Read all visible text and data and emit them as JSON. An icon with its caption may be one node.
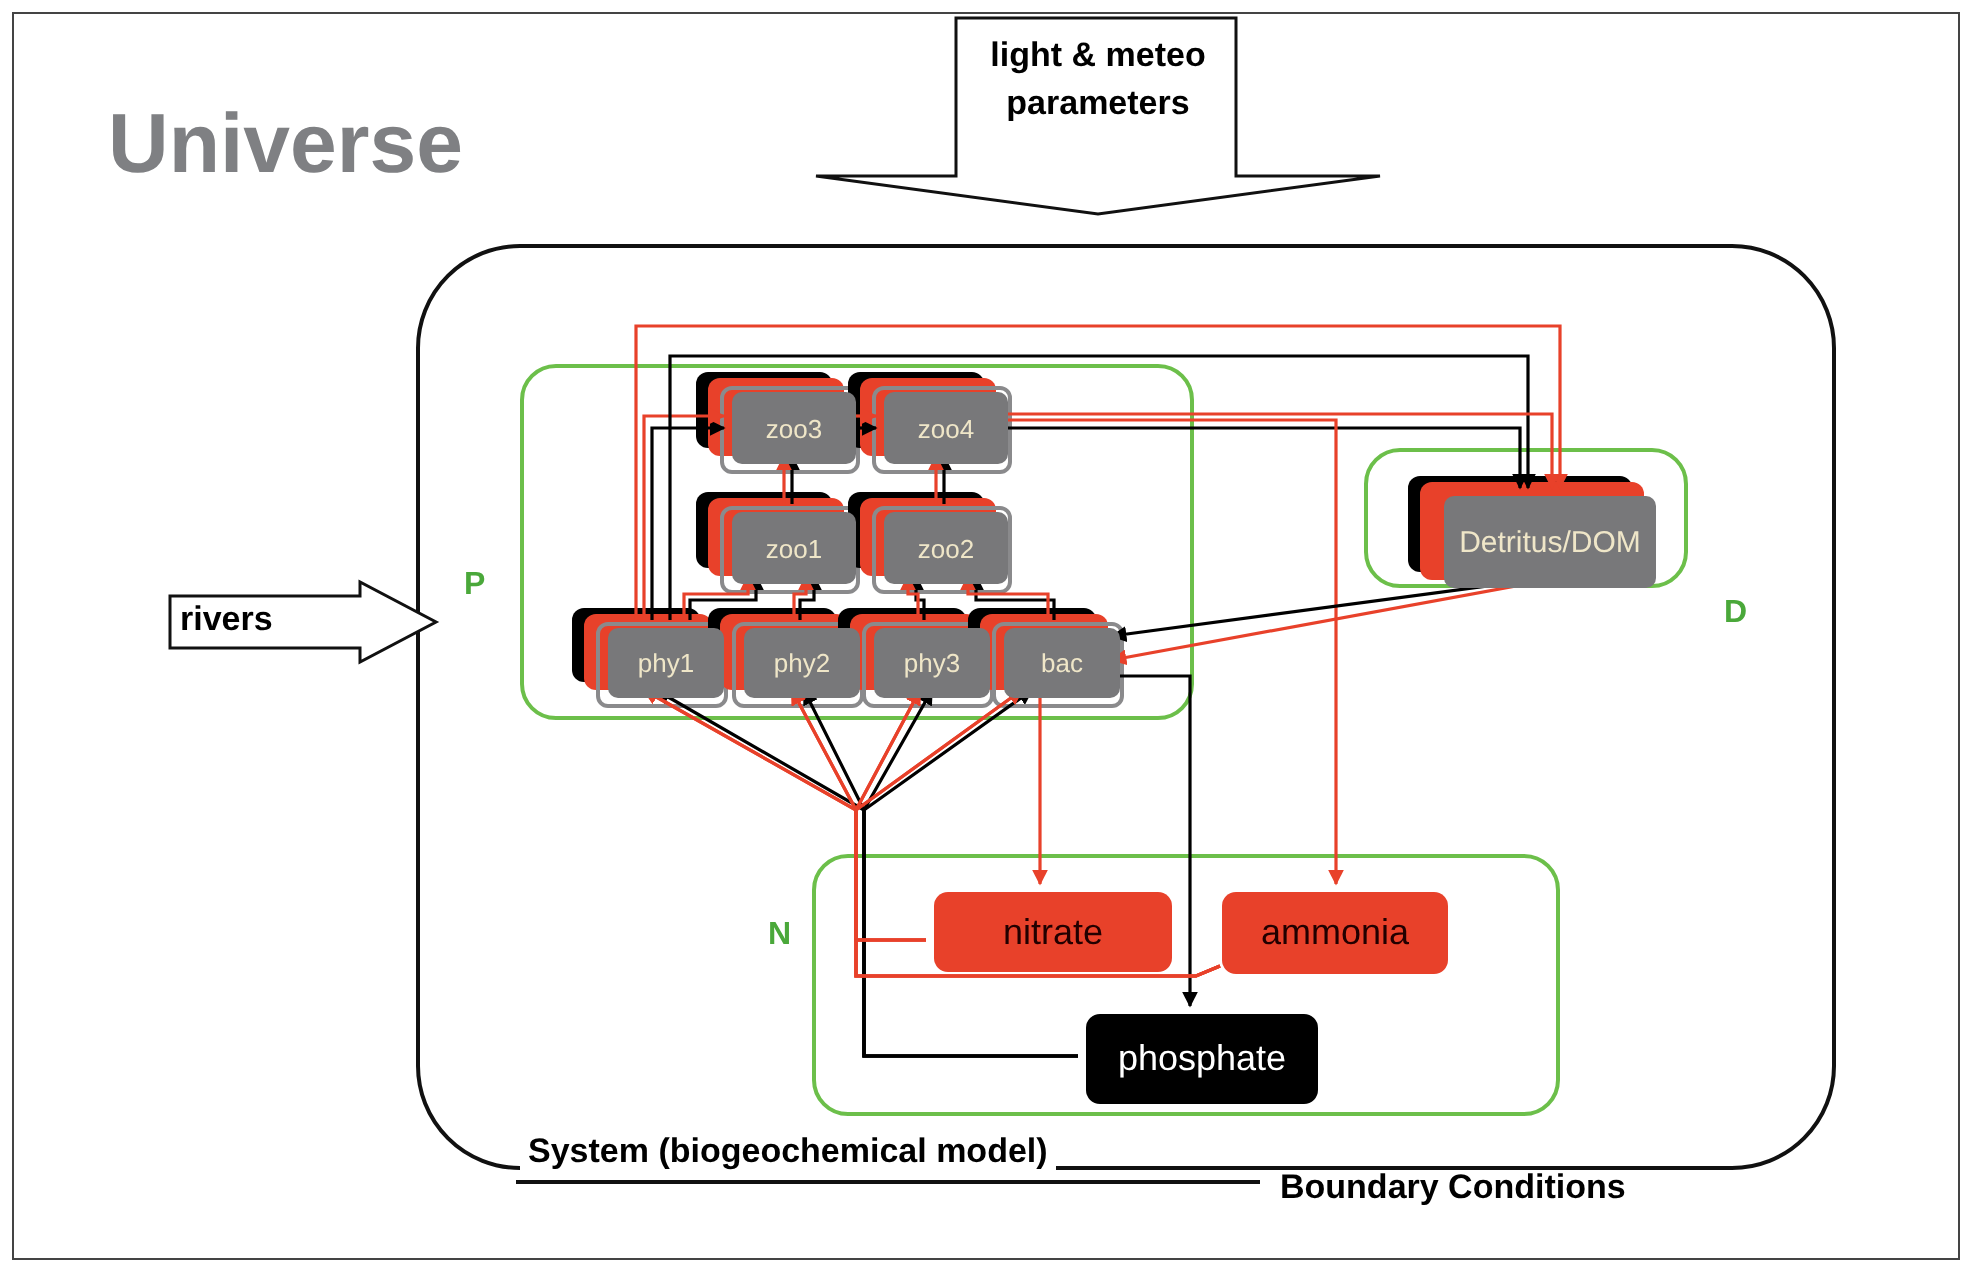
{
  "diagram": {
    "title": "Universe",
    "nodes": [
      {
        "text": [
          "System (biogeochemical model)"
        ]
      },
      {
        "text": [
          "light & meteo parameters"
        ]
      },
      {
        "text": [
          "rivers"
        ]
      },
      {
        "text": [
          "P"
        ],
        "in": 0
      },
      {
        "text": [
          "zoo3"
        ],
        "in": 3
      },
      {
        "text": [
          "zoo4"
        ],
        "in": 3
      },
      {
        "text": [
          "zoo1"
        ],
        "in": 3
      },
      {
        "text": [
          "zoo2"
        ],
        "in": 3
      },
      {
        "text": [
          "phy1"
        ],
        "in": 3
      },
      {
        "text": [
          "phy2"
        ],
        "in": 3
      },
      {
        "text": [
          "phy3"
        ],
        "in": 3
      },
      {
        "text": [
          "bac"
        ],
        "in": 3
      },
      {
        "text": [
          "D"
        ],
        "in": 0
      },
      {
        "text": [
          "Detritus/DOM"
        ],
        "in": 12
      },
      {
        "text": [
          "N"
        ],
        "in": 0
      },
      {
        "text": [
          "nitrate"
        ],
        "in": 14
      },
      {
        "text": [
          "ammonia"
        ],
        "in": 14
      },
      {
        "text": [
          "phosphate"
        ],
        "in": 14
      }
    ],
    "edges": [
      {
        "from": 8,
        "to": 6,
        "arrow": "to",
        "color": "#000000"
      },
      {
        "from": 8,
        "to": 6,
        "arrow": "to"
      },
      {
        "from": 9,
        "to": 6,
        "arrow": "to",
        "color": "#000000"
      },
      {
        "from": 9,
        "to": 6,
        "arrow": "to"
      },
      {
        "from": 10,
        "to": 7,
        "arrow": "to",
        "color": "#000000"
      },
      {
        "from": 10,
        "to": 7,
        "arrow": "to"
      },
      {
        "from": 11,
        "to": 7,
        "arrow": "to",
        "color": "#000000"
      },
      {
        "from": 11,
        "to": 7,
        "arrow": "to"
      },
      {
        "from": 6,
        "to": 4,
        "arrow": "to",
        "color": "#000000"
      },
      {
        "from": 6,
        "to": 4,
        "arrow": "to"
      },
      {
        "from": 7,
        "to": 5,
        "arrow": "to",
        "color": "#000000"
      },
      {
        "from": 7,
        "to": 5,
        "arrow": "to"
      },
      {
        "from": 4,
        "to": 5,
        "arrow": "to",
        "color": "#000000"
      },
      {
        "from": 4,
        "to": 5,
        "arrow": "to"
      },
      {
        "from": 8,
        "to": 4,
        "arrow": "to",
        "color": "#000000"
      },
      {
        "from": 8,
        "to": 4,
        "arrow": "to"
      },
      {
        "from": 8,
        "to": 13,
        "arrow": "to",
        "color": "#000000"
      },
      {
        "from": 8,
        "to": 13,
        "arrow": "to"
      },
      {
        "from": 5,
        "to": 13,
        "arrow": "to",
        "color": "#000000"
      },
      {
        "from": 5,
        "to": 13,
        "arrow": "to"
      },
      {
        "from": 5,
        "to": 16,
        "arrow": "to"
      },
      {
        "from": 13,
        "to": 11,
        "arrow": "to",
        "color": "#000000"
      },
      {
        "from": 13,
        "to": 11,
        "arrow": "to"
      },
      {
        "from": 11,
        "to": 17,
        "arrow": "to",
        "color": "#000000"
      },
      {
        "from": 11,
        "to": 15,
        "arrow": "to"
      },
      {
        "from": 17,
        "to": 8,
        "arrow": "to",
        "color": "#000000"
      },
      {
        "from": 17,
        "to": 9,
        "arrow": "to",
        "color": "#000000"
      },
      {
        "from": 17,
        "to": 10,
        "arrow": "to",
        "color": "#000000"
      },
      {
        "from": 17,
        "to": 11,
        "arrow": "to",
        "color": "#000000"
      },
      {
        "from": 15,
        "to": 8,
        "arrow": "to"
      },
      {
        "from": 15,
        "to": 9,
        "arrow": "to"
      },
      {
        "from": 15,
        "to": 10,
        "arrow": "to"
      },
      {
        "from": 15,
        "to": 11,
        "arrow": "to"
      },
      {
        "from": 16,
        "to": 8,
        "arrow": "to"
      },
      {
        "from": 16,
        "to": 9,
        "arrow": "to"
      },
      {
        "from": 16,
        "to": 10,
        "arrow": "to"
      },
      {
        "from": 16,
        "to": 11,
        "arrow": "to"
      }
    ],
    "labels": [
      "Boundary Conditions"
    ]
  }
}
